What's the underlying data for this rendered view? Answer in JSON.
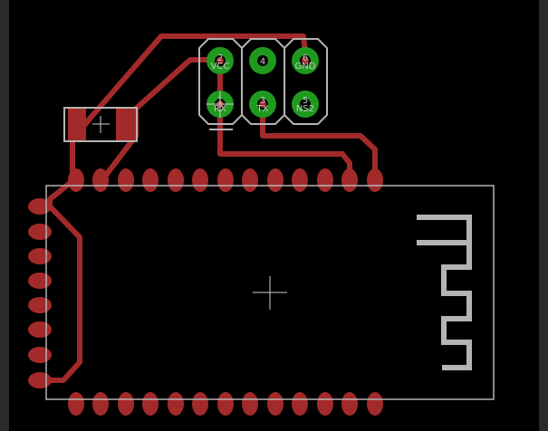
{
  "colors": {
    "background": "#000000",
    "copper": "#a32a2a",
    "pad_ring": "#1f9a1f",
    "silk": "#b4b4b4",
    "frame": "#2b2b2b",
    "pin_text": "#c8c8c8"
  },
  "header": {
    "pins": [
      {
        "number": "2",
        "name": "VCC"
      },
      {
        "number": "4",
        "name": ""
      },
      {
        "number": "6",
        "name": "GND"
      },
      {
        "number": "1",
        "name": "RX"
      },
      {
        "number": "3",
        "name": "TX"
      },
      {
        "number": "5",
        "name": "NS2"
      }
    ]
  }
}
